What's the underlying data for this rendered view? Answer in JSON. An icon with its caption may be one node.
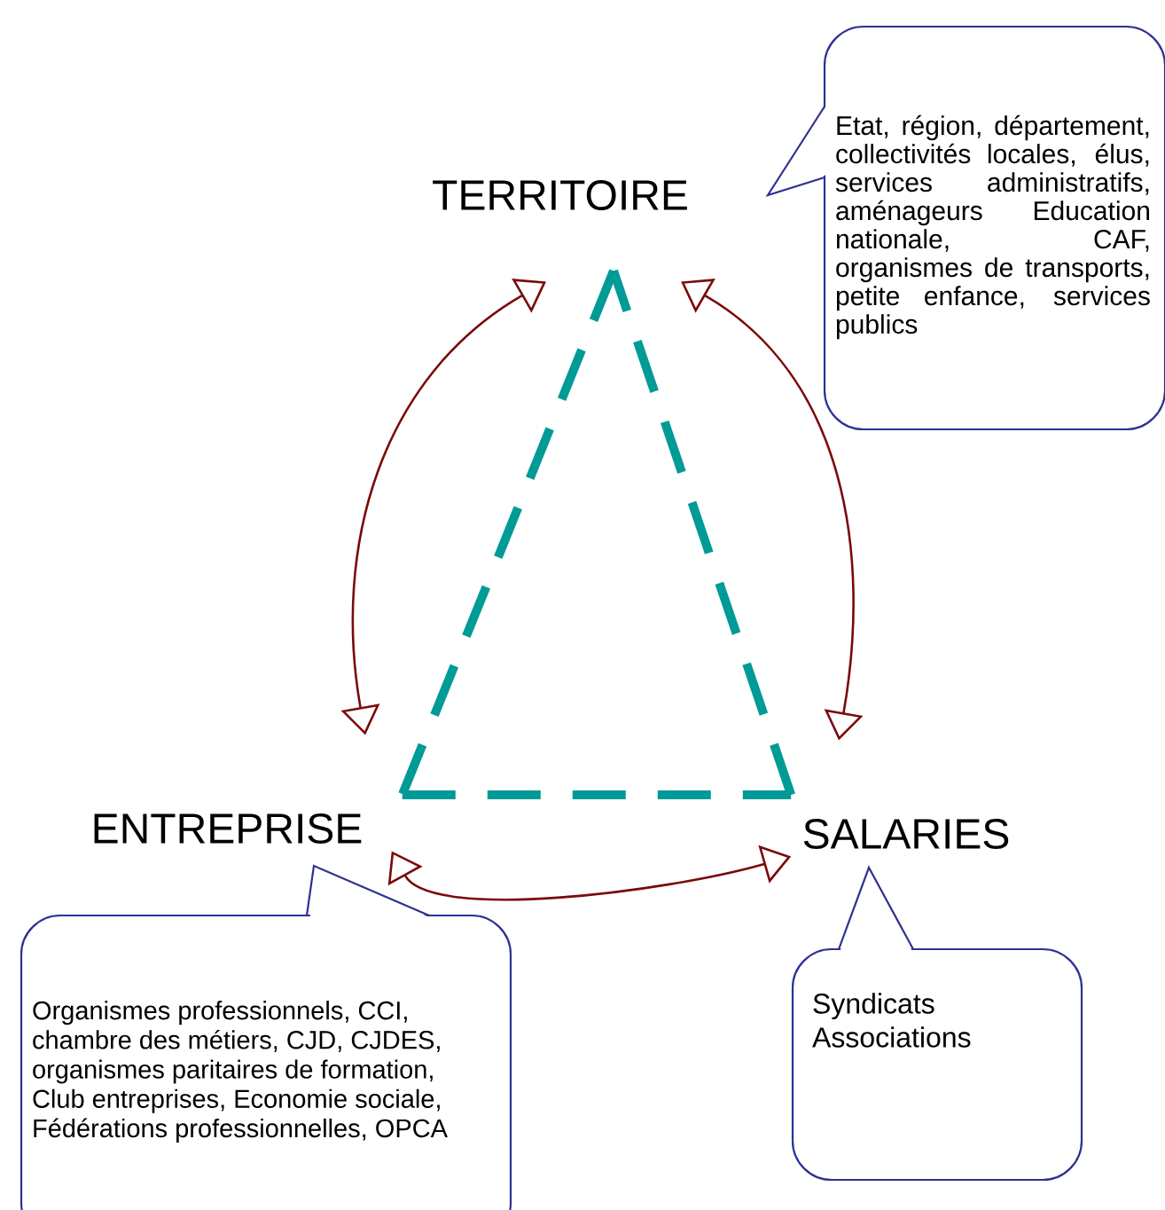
{
  "diagram": {
    "nodes": [
      {
        "text": [
          "TERRITOIRE"
        ]
      },
      {
        "text": [
          "ENTREPRISE"
        ]
      },
      {
        "text": [
          "SALARIES"
        ]
      },
      {
        "text": [
          "Etat, région, département, collectivités locales, élus, services administratifs, aménageurs Education nationale, CAF, organismes de transports, petite enfance, services publics"
        ]
      },
      {
        "text": [
          "Organismes professionnels, CCI, chambre des métiers, CJD, CJDES, organismes paritaires de formation, Club entreprises, Economie sociale, Fédérations professionnelles, OPCA"
        ]
      },
      {
        "text": [
          "Syndicats Associations"
        ]
      }
    ],
    "edges": [
      {
        "from": 0,
        "to": 1,
        "arrow": "both",
        "color": "#7a0a0a"
      },
      {
        "from": 0,
        "to": 2,
        "arrow": "both",
        "color": "#7a0a0a"
      },
      {
        "from": 1,
        "to": 2,
        "arrow": "both",
        "color": "#7a0a0a"
      },
      {
        "from": 0,
        "to": 1,
        "arrow": "none",
        "style": "dashed",
        "color": "#009b96"
      },
      {
        "from": 1,
        "to": 2,
        "arrow": "none",
        "style": "dashed",
        "color": "#009b96"
      },
      {
        "from": 2,
        "to": 0,
        "arrow": "none",
        "style": "dashed",
        "color": "#009b96"
      }
    ]
  }
}
